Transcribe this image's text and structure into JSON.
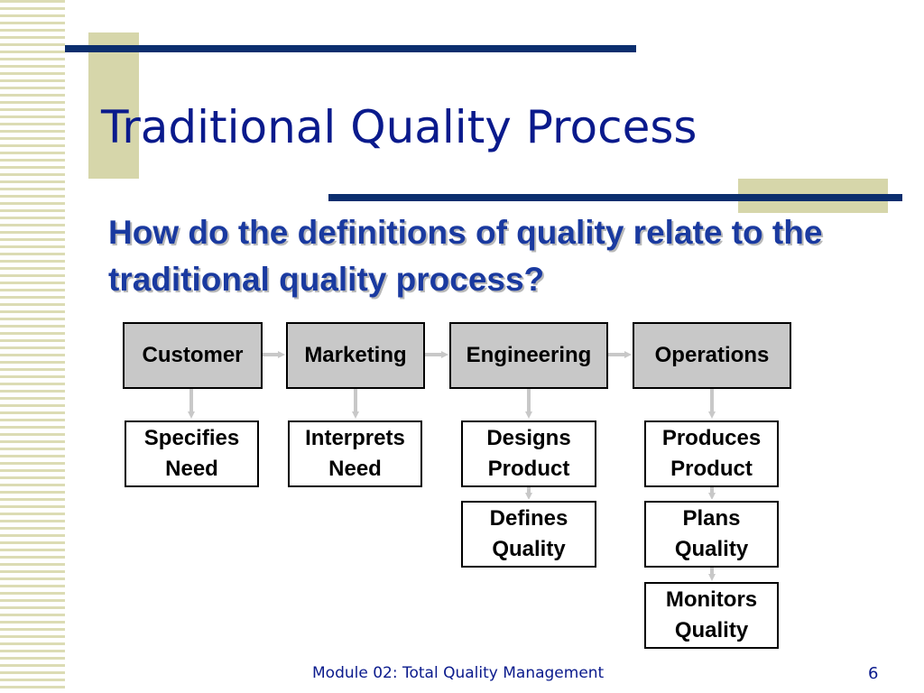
{
  "slide": {
    "title": "Traditional Quality Process",
    "question": "How do the definitions of quality relate to the traditional quality process?",
    "footer": "Module 02: Total Quality Management",
    "page_number": "6"
  },
  "departments": [
    "Customer",
    "Marketing",
    "Engineering",
    "Operations"
  ],
  "tasks": {
    "customer": [
      "Specifies Need"
    ],
    "marketing": [
      "Interprets Need"
    ],
    "engineering": [
      "Designs Product",
      "Defines Quality"
    ],
    "operations": [
      "Produces Product",
      "Plans Quality",
      "Monitors Quality"
    ]
  },
  "colors": {
    "title_text": "#0a1a8c",
    "question_text": "#1a3aa0",
    "rule_navy": "#0b2e6e",
    "accent_khaki": "#d6d6aa",
    "department_fill": "#c8c8c8",
    "arrow": "#c8c8c8"
  }
}
